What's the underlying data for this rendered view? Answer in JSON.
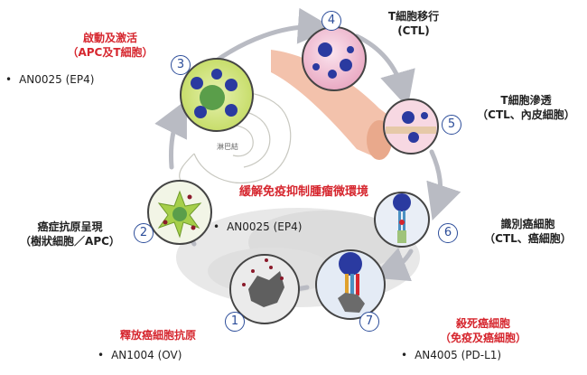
{
  "center_title": "緩解免疫抑制腫瘤微環境",
  "center_item": "AN0025 (EP4)",
  "lymph_label": "淋巴結",
  "steps": [
    {
      "num": "1",
      "title": "釋放癌細胞抗原",
      "item": "AN1004 (OV)"
    },
    {
      "num": "2",
      "title_line1": "癌症抗原呈現",
      "title_line2": "（樹狀細胞／APC）"
    },
    {
      "num": "3",
      "title_line1": "啟動及激活",
      "title_line2": "（APC及T細胞）",
      "item": "AN0025 (EP4)"
    },
    {
      "num": "4",
      "title_line1": "T細胞移行",
      "title_line2": "(CTL)"
    },
    {
      "num": "5",
      "title_line1": "T細胞滲透",
      "title_line2": "（CTL、內皮細胞）"
    },
    {
      "num": "6",
      "title_line1": "識別癌細胞",
      "title_line2": "（CTL、癌細胞）"
    },
    {
      "num": "7",
      "title_line1": "殺死癌細胞",
      "title_line2": "（免疫及癌細胞）",
      "item": "AN4005 (PD-L1)"
    }
  ],
  "colors": {
    "accent_red": "#d6262e",
    "number_blue": "#2c4d9a",
    "cycle_arrow": "#b9bbc3",
    "cell_green": "#c7dd6a",
    "vessel_pink": "#f3c2ac"
  }
}
